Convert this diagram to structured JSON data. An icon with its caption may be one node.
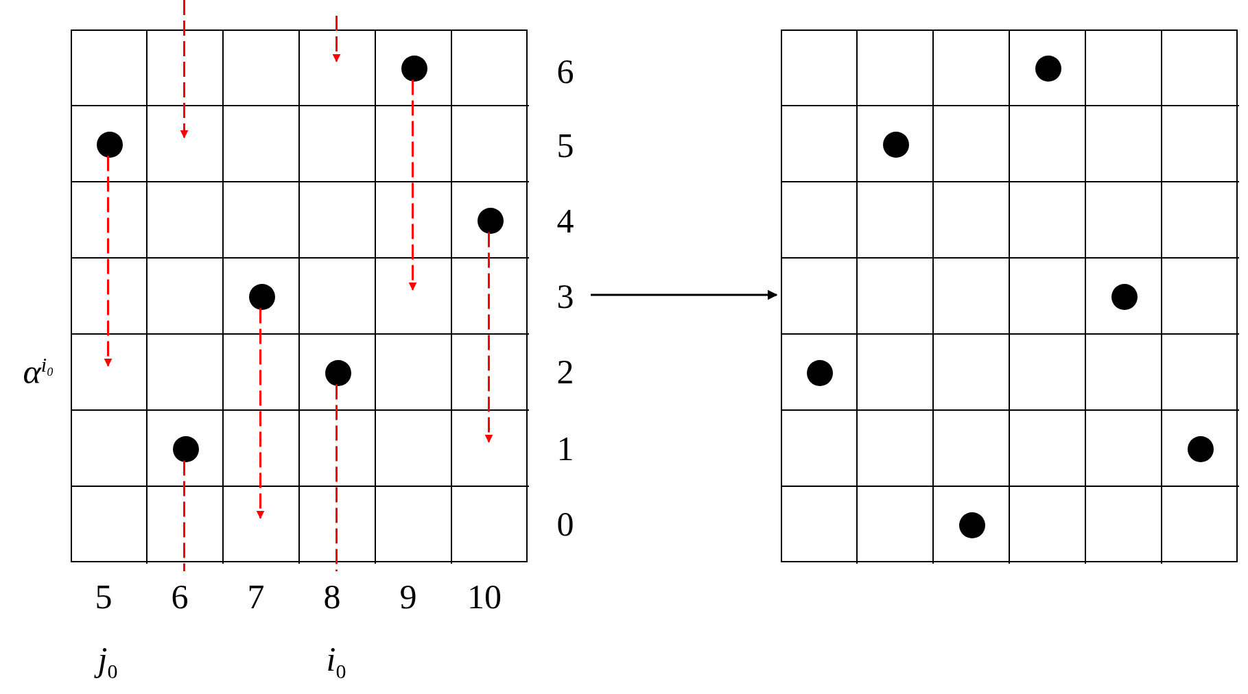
{
  "diagram": {
    "nodes": [
      {
        "text": [],
        "shape": "box"
      },
      {
        "text": [],
        "shape": "circle",
        "in": 0
      },
      {
        "text": [],
        "shape": "circle",
        "in": 0
      },
      {
        "text": [],
        "shape": "circle",
        "in": 0
      },
      {
        "text": [],
        "shape": "circle",
        "in": 0
      },
      {
        "text": [],
        "shape": "circle",
        "in": 0
      },
      {
        "text": [],
        "shape": "circle",
        "in": 0
      },
      {
        "text": [],
        "shape": "box"
      },
      {
        "text": [],
        "shape": "circle",
        "in": 7
      },
      {
        "text": [],
        "shape": "circle",
        "in": 7
      },
      {
        "text": [],
        "shape": "circle",
        "in": 7
      },
      {
        "text": [],
        "shape": "circle",
        "in": 7
      },
      {
        "text": [],
        "shape": "circle",
        "in": 7
      },
      {
        "text": [],
        "shape": "circle",
        "in": 7
      }
    ],
    "edges": [
      {
        "from": 1,
        "to": null,
        "arrow": "to",
        "style": "dashed",
        "color": "#ff0000"
      },
      {
        "from": 2,
        "to": null,
        "arrow": "to",
        "style": "dashed",
        "color": "#ff0000"
      },
      {
        "from": 3,
        "to": null,
        "arrow": "to",
        "style": "dashed",
        "color": "#ff0000"
      },
      {
        "from": 4,
        "to": null,
        "arrow": "to",
        "style": "dashed",
        "color": "#ff0000"
      },
      {
        "from": 5,
        "to": null,
        "arrow": "none",
        "style": "dashed",
        "color": "#ff0000"
      },
      {
        "from": 6,
        "to": null,
        "arrow": "none",
        "style": "dashed",
        "color": "#ff0000"
      },
      {
        "from": 0,
        "to": 7,
        "arrow": "to",
        "color": "#000000"
      }
    ],
    "labels": [
      "6",
      "5",
      "4",
      "3",
      "*α*$^{i₀}$",
      "2",
      "1",
      "0",
      "5",
      "6",
      "7",
      "8",
      "9",
      "10",
      "*j*$_{0}$",
      "*i*$_{0}$"
    ]
  }
}
